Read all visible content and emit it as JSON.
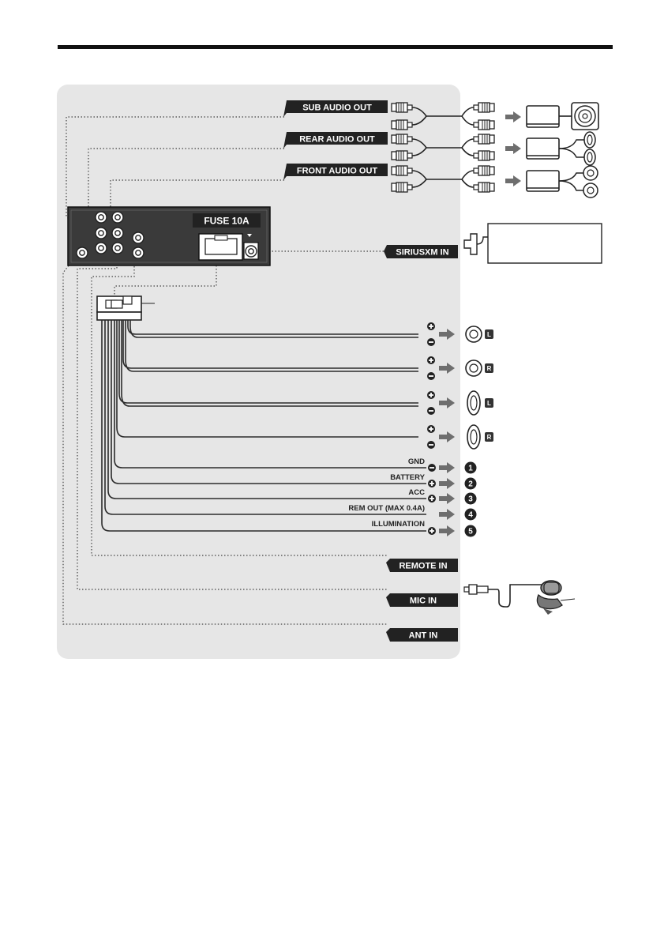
{
  "page": {
    "top_rule": "",
    "colors": {
      "tag_bg": "#222222",
      "panel_bg": "#e6e6e6",
      "wire": "#2b2b2b",
      "arrow": "#6e6e6e"
    }
  },
  "diagram": {
    "outputs": {
      "sub": "SUB AUDIO OUT",
      "rear": "REAR AUDIO OUT",
      "front": "FRONT AUDIO OUT"
    },
    "fuse": "FUSE 10A",
    "siriusxm": "SIRIUSXM IN",
    "bottom_inputs": {
      "remote": "REMOTE IN",
      "mic": "MIC IN",
      "ant": "ANT IN"
    },
    "power_wires": [
      {
        "label": "GND",
        "num": "1"
      },
      {
        "label": "BATTERY",
        "num": "2"
      },
      {
        "label": "ACC",
        "num": "3"
      },
      {
        "label": "REM OUT (MAX 0.4A)",
        "num": "4"
      },
      {
        "label": "ILLUMINATION",
        "num": "5"
      }
    ],
    "speakers": [
      {
        "side": "L"
      },
      {
        "side": "R"
      },
      {
        "side": "L"
      },
      {
        "side": "R"
      }
    ],
    "icons": [
      "rca-plug-icon",
      "amplifier-icon",
      "subwoofer-icon",
      "speaker-icon",
      "microphone-icon",
      "connector-icon"
    ]
  }
}
